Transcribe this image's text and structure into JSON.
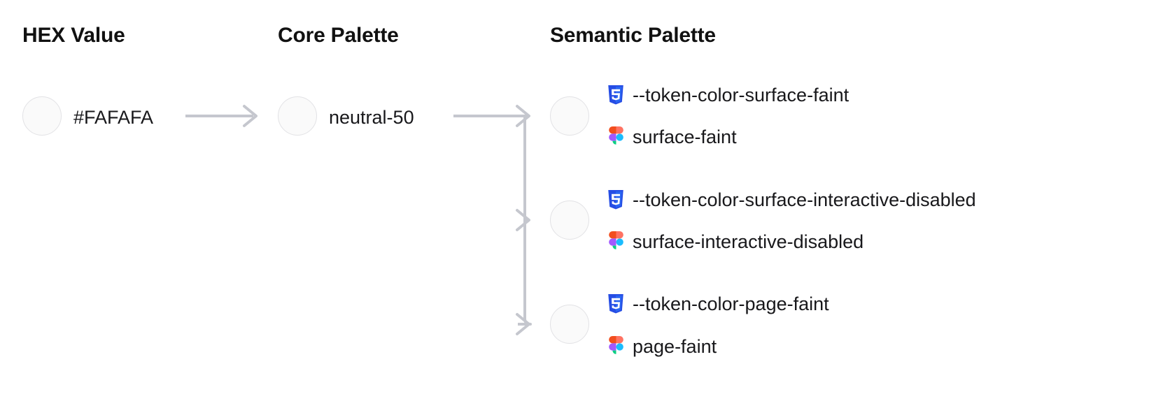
{
  "columns": {
    "hex": {
      "heading": "HEX Value"
    },
    "core": {
      "heading": "Core Palette"
    },
    "semantic": {
      "heading": "Semantic Palette"
    }
  },
  "swatch_color": "#FAFAFA",
  "swatch_border": "#E2E2E5",
  "connector_color": "#C5C7CE",
  "hex": {
    "value": "#FAFAFA"
  },
  "core": {
    "value": "neutral-50"
  },
  "semantic": {
    "rows": [
      {
        "css_token": "--token-color-surface-faint",
        "figma_token": "surface-faint",
        "css_icon": "css3-icon",
        "figma_icon": "figma-icon"
      },
      {
        "css_token": "--token-color-surface-interactive-disabled",
        "figma_token": "surface-interactive-disabled",
        "css_icon": "css3-icon",
        "figma_icon": "figma-icon"
      },
      {
        "css_token": "--token-color-page-faint",
        "figma_token": "page-faint",
        "css_icon": "css3-icon",
        "figma_icon": "figma-icon"
      }
    ]
  },
  "icon_colors": {
    "css_shield": "#264DE4",
    "css_shield_inner": "#2965F1",
    "css_glyph": "#FFFFFF",
    "figma_orange": "#F24E1E",
    "figma_salmon": "#FF7262",
    "figma_purple": "#A259FF",
    "figma_cyan": "#1ABCFE",
    "figma_green": "#0ACF83"
  }
}
